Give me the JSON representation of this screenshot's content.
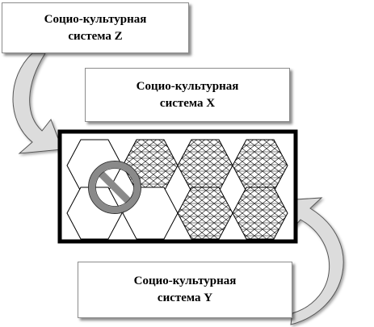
{
  "systems": {
    "z": {
      "line1": "Социо-культурная",
      "line2": "система Z"
    },
    "x": {
      "line1": "Социо-культурная",
      "line2": "система X"
    },
    "y": {
      "line1": "Социо-культурная",
      "line2": "система Y"
    }
  },
  "frame": {
    "cells": [
      {
        "row": 1,
        "col": 1,
        "pattern": "plain"
      },
      {
        "row": 1,
        "col": 2,
        "pattern": "hatched"
      },
      {
        "row": 1,
        "col": 3,
        "pattern": "hatched"
      },
      {
        "row": 1,
        "col": 4,
        "pattern": "hatched"
      },
      {
        "row": 2,
        "col": 1,
        "pattern": "plain"
      },
      {
        "row": 2,
        "col": 2,
        "pattern": "plain"
      },
      {
        "row": 2,
        "col": 3,
        "pattern": "hatched"
      },
      {
        "row": 2,
        "col": 4,
        "pattern": "hatched"
      }
    ]
  },
  "icons": [
    "curved-arrow-icon",
    "prohibition-icon"
  ],
  "colors": {
    "arrow_fill": "#dcdcdc",
    "prohibition_gray": "#8a8a8a",
    "frame_border": "#000000"
  }
}
